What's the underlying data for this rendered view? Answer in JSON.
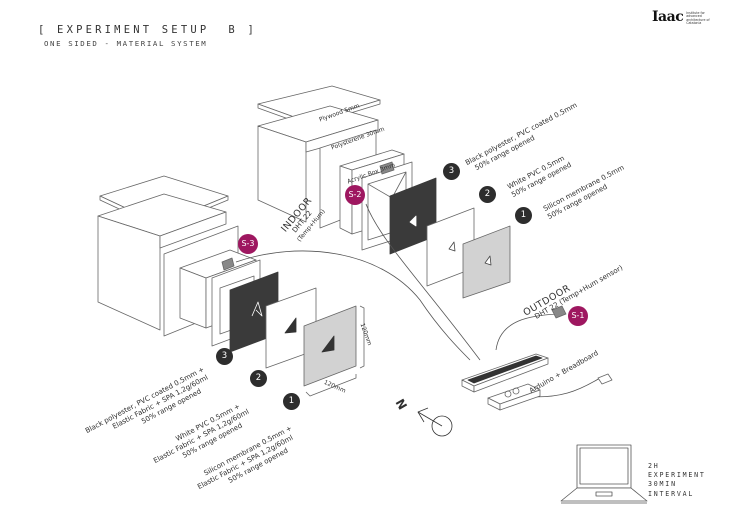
{
  "header": {
    "title": "[ EXPERIMENT SETUP  B ]",
    "subtitle": "ONE SIDED - MATERIAL SYSTEM"
  },
  "logo": {
    "mark": "Iaac",
    "text": "Institute for advanced architecture of Catalonia"
  },
  "colors": {
    "sensor_badge": "#9e1760",
    "number_badge": "#2d2d2d",
    "panel_black": "#3a3a3a",
    "panel_white": "#ffffff",
    "panel_grey": "#d2d2d2",
    "line": "#555555"
  },
  "right_box": {
    "layers": [
      "Plywood 5mm",
      "Polysterene 30mm",
      "Acrylic Box 3mm"
    ],
    "sensor_badge": "S-2",
    "materials": [
      {
        "number": "3",
        "line1": "Black polyester, PVC coated 0.5mm",
        "line2": "50% range opened"
      },
      {
        "number": "2",
        "line1": "White PVC 0.5mm",
        "line2": "50% range opened"
      },
      {
        "number": "1",
        "line1": "Silicon membrane 0.5mm",
        "line2": "50% range opened"
      }
    ]
  },
  "left_box": {
    "sensor_badge": "S-3",
    "materials": [
      {
        "number": "3",
        "line1": "Black polyester, PVC coated 0.5mm +",
        "line2": "Elastic Fabric + SPA 1,2g/60ml",
        "line3": "50% range opened"
      },
      {
        "number": "2",
        "line1": "White PVC  0.5mm +",
        "line2": "Elastic Fabric + SPA 1,2g/60ml",
        "line3": "50% range opened"
      },
      {
        "number": "1",
        "line1": "Silicon membrane 0.5mm +",
        "line2": "Elastic Fabric + SPA 1,2g/60ml",
        "line3": "50% range opened"
      }
    ],
    "dimensions": {
      "height": "120mm",
      "width": "120mm"
    }
  },
  "indoor": {
    "title": "INDOOR",
    "line1": "DHT 22",
    "line2": "(Temp+Hum)"
  },
  "outdoor": {
    "title": "OUTDOOR",
    "line1": "DHT 22 (Temp+Hum sensor)",
    "sensor_badge": "S-1"
  },
  "arduino": {
    "label": "Arduino + Breadboard"
  },
  "compass": {
    "label": "N"
  },
  "experiment_note": {
    "line1": "2H",
    "line2": "EXPERIMENT",
    "line3": "30MIN",
    "line4": "INTERVAL"
  }
}
